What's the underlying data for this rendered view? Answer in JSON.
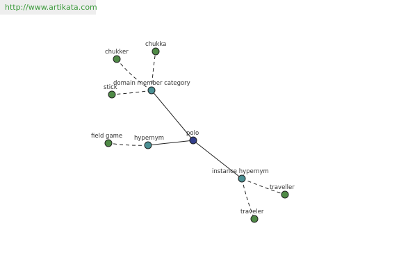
{
  "header": {
    "url_text": "http://www.artikata.com"
  },
  "colors": {
    "root": "#333f8c",
    "relation": "#4a8f93",
    "leaf": "#4f8a46",
    "watermark_text": "#3a9a3a"
  },
  "graph": {
    "root": {
      "id": "polo",
      "label": "polo"
    },
    "relations": [
      {
        "id": "domain_member_category",
        "label": "domain member category"
      },
      {
        "id": "hypernym",
        "label": "hypernym"
      },
      {
        "id": "instance_hypernym",
        "label": "instance hypernym"
      }
    ],
    "leaves": [
      {
        "id": "chukker",
        "label": "chukker",
        "parent": "domain_member_category"
      },
      {
        "id": "chukka",
        "label": "chukka",
        "parent": "domain_member_category"
      },
      {
        "id": "stick",
        "label": "stick",
        "parent": "domain_member_category"
      },
      {
        "id": "field_game",
        "label": "field game",
        "parent": "hypernym"
      },
      {
        "id": "traveller",
        "label": "traveller",
        "parent": "instance_hypernym"
      },
      {
        "id": "traveler",
        "label": "traveler",
        "parent": "instance_hypernym"
      }
    ]
  }
}
